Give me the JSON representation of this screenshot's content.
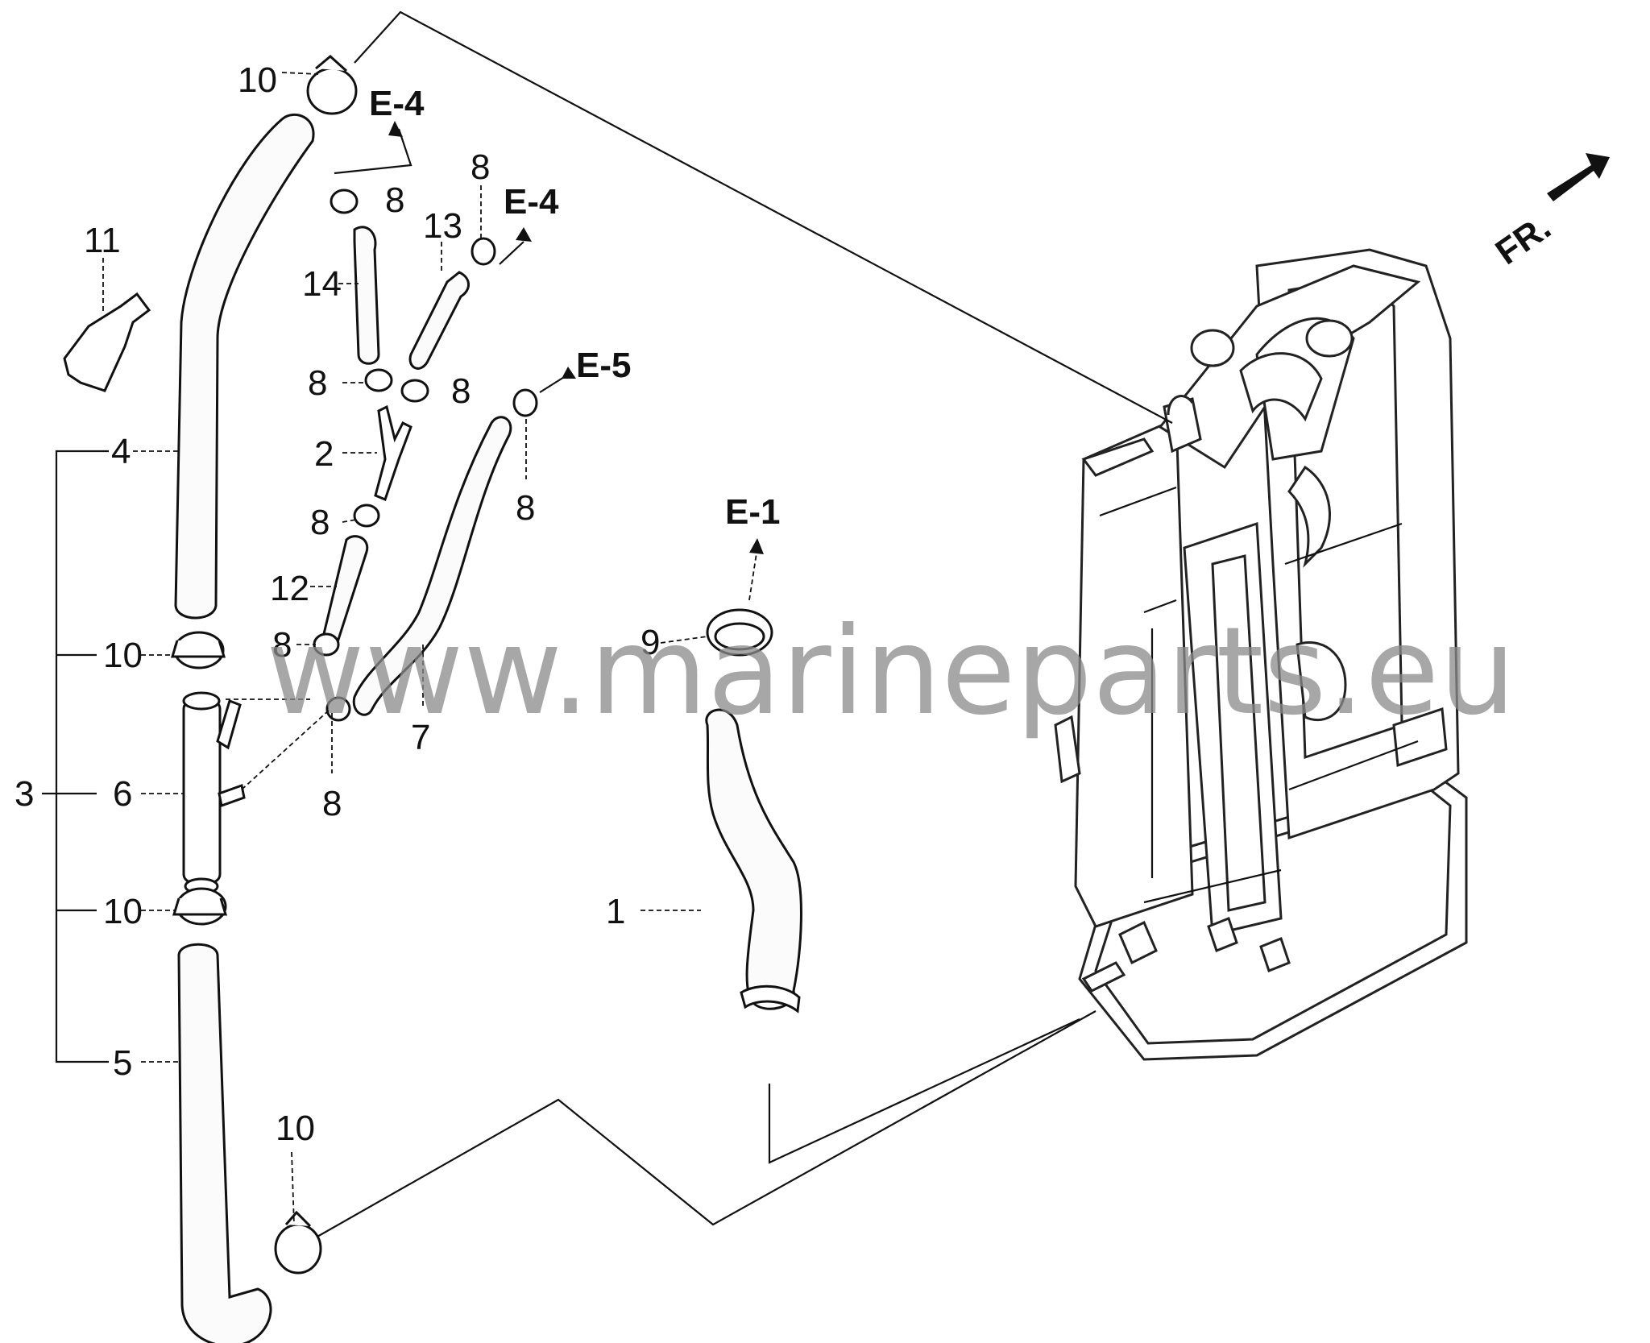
{
  "labels": {
    "p1": "1",
    "p2": "2",
    "p3": "3",
    "p4": "4",
    "p5": "5",
    "p6": "6",
    "p7": "7",
    "p8": "8",
    "p9": "9",
    "p10": "10",
    "p11": "11",
    "p12": "12",
    "p13": "13",
    "p14": "14"
  },
  "refs": {
    "e1": "E-1",
    "e4": "E-4",
    "e5": "E-5"
  },
  "front_marker": "FR.",
  "watermark": "www.marineparts.eu"
}
